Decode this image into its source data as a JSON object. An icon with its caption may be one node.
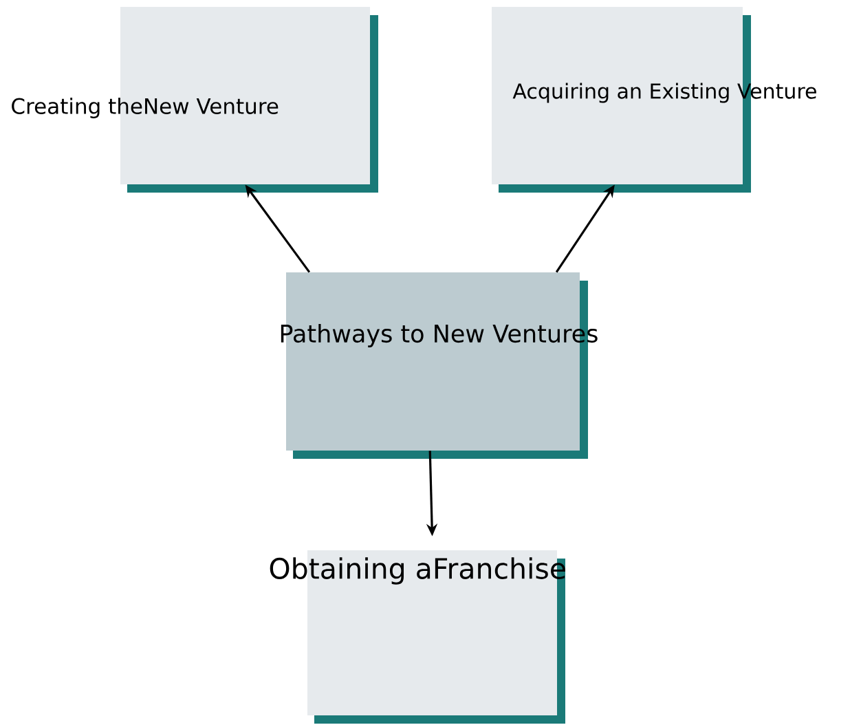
{
  "diagram": {
    "nodes": [
      {
        "text": [
          "Creating theNew Venture"
        ]
      },
      {
        "text": [
          "Acquiring an Existing Venture"
        ]
      },
      {
        "text": [
          "Pathways to New Ventures"
        ]
      },
      {
        "text": [
          "Obtaining aFranchise"
        ]
      }
    ],
    "edges": [
      {
        "from": 2,
        "to": 0,
        "arrow": "to"
      },
      {
        "from": 2,
        "to": 1,
        "arrow": "to"
      },
      {
        "from": 2,
        "to": 3,
        "arrow": "to"
      }
    ]
  }
}
